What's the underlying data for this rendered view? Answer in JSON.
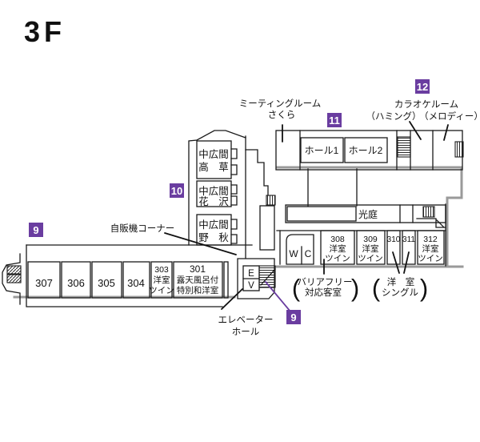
{
  "title": "3F",
  "colors": {
    "badge": "#6a3da0",
    "wall": "#1a1a1a",
    "gray": "#9a9a9a"
  },
  "badges": {
    "b9": "9",
    "b10": "10",
    "b11": "11",
    "b12": "12"
  },
  "meeting": {
    "line1": "ミーティングルーム",
    "line2": "さくら"
  },
  "karaoke": {
    "title": "カラオケルーム",
    "room1": "（ハミング）",
    "room2": "（メロディー）"
  },
  "halls": {
    "hall1": "ホール1",
    "hall2": "ホール2"
  },
  "nakahiroma": {
    "label": "中広間",
    "takakusa": "高　草",
    "hanazawa": "花　沢",
    "noaki": "野　秋"
  },
  "vending": "自販機コーナー",
  "kotei": "光庭",
  "wc": {
    "w": "W",
    "c": "C"
  },
  "elevator": {
    "e": "E",
    "v": "V",
    "hall_line1": "エレベーター",
    "hall_line2": "ホール"
  },
  "left_rooms": {
    "r307": "307",
    "r306": "306",
    "r305": "305",
    "r304": "304",
    "r303": [
      "303",
      "洋室",
      "ツイン"
    ],
    "r301": [
      "301",
      "露天風呂付",
      "特別和洋室"
    ]
  },
  "right_rooms": {
    "r308": [
      "308",
      "洋室",
      "ツイン"
    ],
    "r309": [
      "309",
      "洋室",
      "ツイン"
    ],
    "r310": "310",
    "r311": "311",
    "r312": [
      "312",
      "洋室",
      "ツイン"
    ]
  },
  "annotations": {
    "barrier_free": [
      "バリアフリー",
      "対応客室"
    ],
    "single": [
      "洋　室",
      "シングル"
    ],
    "paren_l": "(",
    "paren_r": ")"
  }
}
